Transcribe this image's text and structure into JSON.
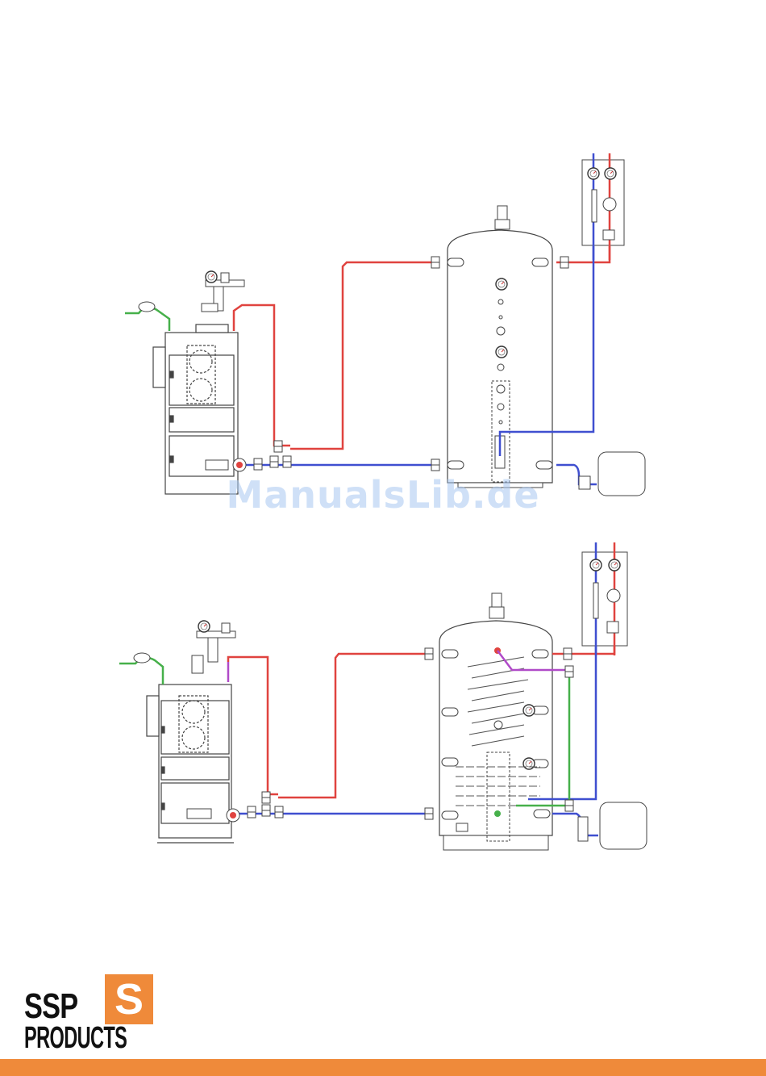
{
  "watermark": {
    "text": "ManualsLib.de"
  },
  "logo": {
    "line1": "SSP",
    "line2": "PRODUCTS",
    "mark": "S"
  },
  "colors": {
    "hot_pipe": "#e0433f",
    "cold_pipe": "#3f4fd0",
    "green_pipe": "#46b04a",
    "purple_pipe": "#b04ac8",
    "outline": "#444444",
    "brand_orange": "#ef8a3a",
    "watermark": "#a9c8f2"
  }
}
